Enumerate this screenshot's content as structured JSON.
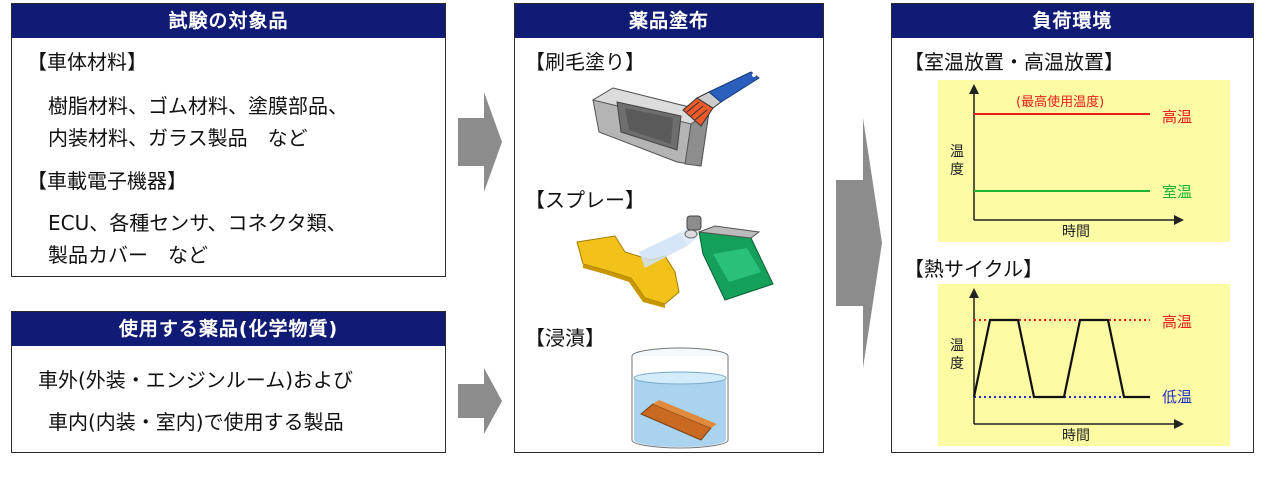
{
  "test_targets": {
    "header": "試験の対象品",
    "category1": "【車体材料】",
    "category1_line1": "樹脂材料、ゴム材料、塗膜部品、",
    "category1_line2": "内装材料、ガラス製品　など",
    "category2": "【車載電子機器】",
    "category2_line1": "ECU、各種センサ、コネクタ類、",
    "category2_line2": "製品カバー　など"
  },
  "chemicals": {
    "header": "使用する薬品(化学物質)",
    "line1": "車外(外装・エンジンルーム)および",
    "line2": "車内(内装・室内)で使用する製品"
  },
  "application": {
    "header": "薬品塗布",
    "brush": "【刷毛塗り】",
    "spray": "【スプレー】",
    "immersion": "【浸漬】"
  },
  "load_env": {
    "header": "負荷環境",
    "section1": "【室温放置・高温放置】",
    "section2": "【熱サイクル】"
  },
  "chart_data": [
    {
      "type": "line",
      "title": "",
      "xlabel": "時間",
      "ylabel": "温度",
      "series": [
        {
          "name": "高温",
          "values": [
            1,
            1
          ],
          "color": "#e8201c"
        },
        {
          "name": "室温",
          "values": [
            0.15,
            0.15
          ],
          "color": "#1eb434"
        }
      ],
      "annotations": [
        "(最高使用温度)"
      ],
      "grid": false
    },
    {
      "type": "line",
      "title": "",
      "xlabel": "時間",
      "ylabel": "温度",
      "series": [
        {
          "name": "高温",
          "values": [
            1,
            1
          ],
          "color": "#e8201c",
          "style": "dotted"
        },
        {
          "name": "低温",
          "values": [
            0,
            0
          ],
          "color": "#2030c0",
          "style": "dotted"
        },
        {
          "name": "",
          "values": [
            0,
            1,
            1,
            0,
            0,
            1,
            1,
            0,
            0
          ],
          "color": "#111111"
        }
      ],
      "grid": false
    }
  ]
}
